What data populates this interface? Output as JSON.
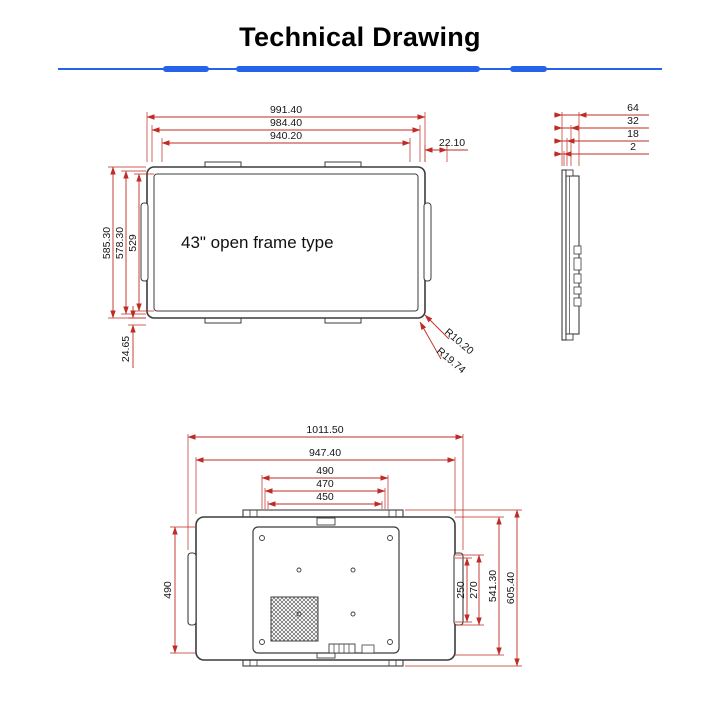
{
  "page": {
    "title": "Technical Drawing"
  },
  "accent": {
    "divider_blue": "#2563eb",
    "dimension_red": "#bf2b25"
  },
  "front_view": {
    "label": "43\" open frame type",
    "dims": {
      "width_outer": "991.40",
      "width_mid": "984.40",
      "width_active": "940.20",
      "corner_offset": "22.10",
      "height_outer": "585.30",
      "height_mid": "578.30",
      "height_active": "529",
      "bottom_offset": "24.65",
      "radius_1": "R10.20",
      "radius_2": "R19.74"
    }
  },
  "side_view": {
    "dims": {
      "depth_total": "64",
      "depth_body": "32",
      "depth_front": "18",
      "glass_thickness": "2"
    }
  },
  "rear_view": {
    "dims": {
      "width_total": "1011.50",
      "width_panel": "947.40",
      "mount_width_outer": "490",
      "mount_width_mid": "470",
      "mount_width_inner": "450",
      "left_height": "490",
      "vesa_height_inner": "250",
      "vesa_height_outer": "270",
      "height_panel": "541.30",
      "height_total": "605.40"
    }
  }
}
